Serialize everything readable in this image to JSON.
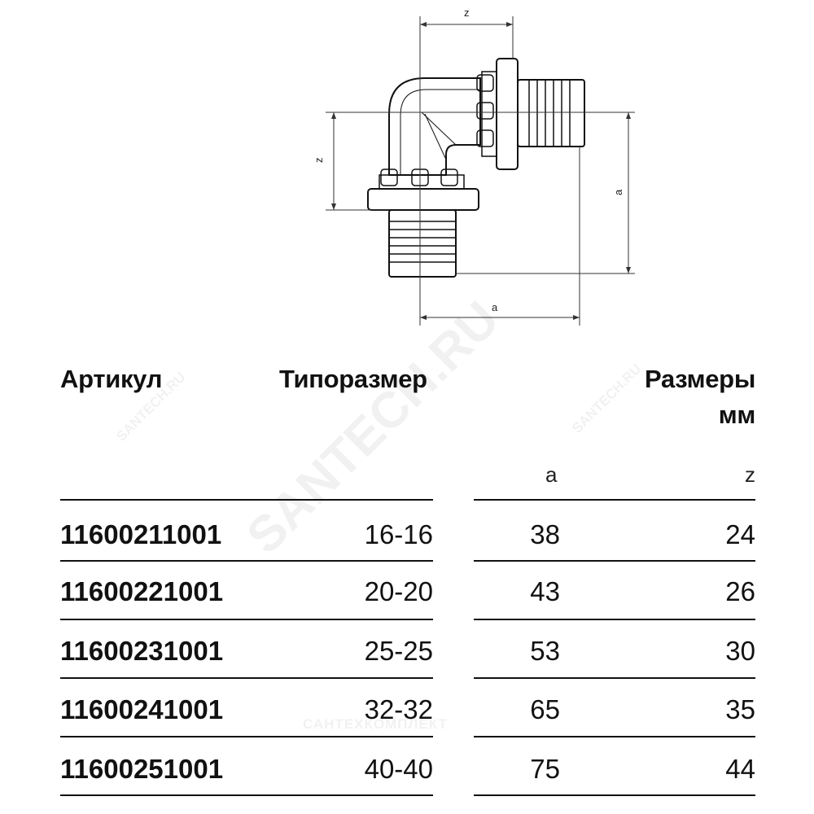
{
  "diagram": {
    "dim_labels": {
      "top_z": "z",
      "left_z": "z",
      "right_a": "a",
      "bottom_a": "a"
    }
  },
  "table": {
    "headers": {
      "article": "Артикул",
      "size": "Типоразмер",
      "dims": "Размеры",
      "unit": "мм"
    },
    "subheaders": {
      "a": "a",
      "z": "z"
    },
    "rows": [
      {
        "article": "11600211001",
        "size": "16-16",
        "a": "38",
        "z": "24"
      },
      {
        "article": "11600221001",
        "size": "20-20",
        "a": "43",
        "z": "26"
      },
      {
        "article": "11600231001",
        "size": "25-25",
        "a": "53",
        "z": "30"
      },
      {
        "article": "11600241001",
        "size": "32-32",
        "a": "65",
        "z": "35"
      },
      {
        "article": "11600251001",
        "size": "40-40",
        "a": "75",
        "z": "44"
      }
    ]
  },
  "watermarks": {
    "main": "SANTECH.RU",
    "small": "SANTECH.RU",
    "brand": "САНТЕХКОМПЛЕКТ"
  }
}
